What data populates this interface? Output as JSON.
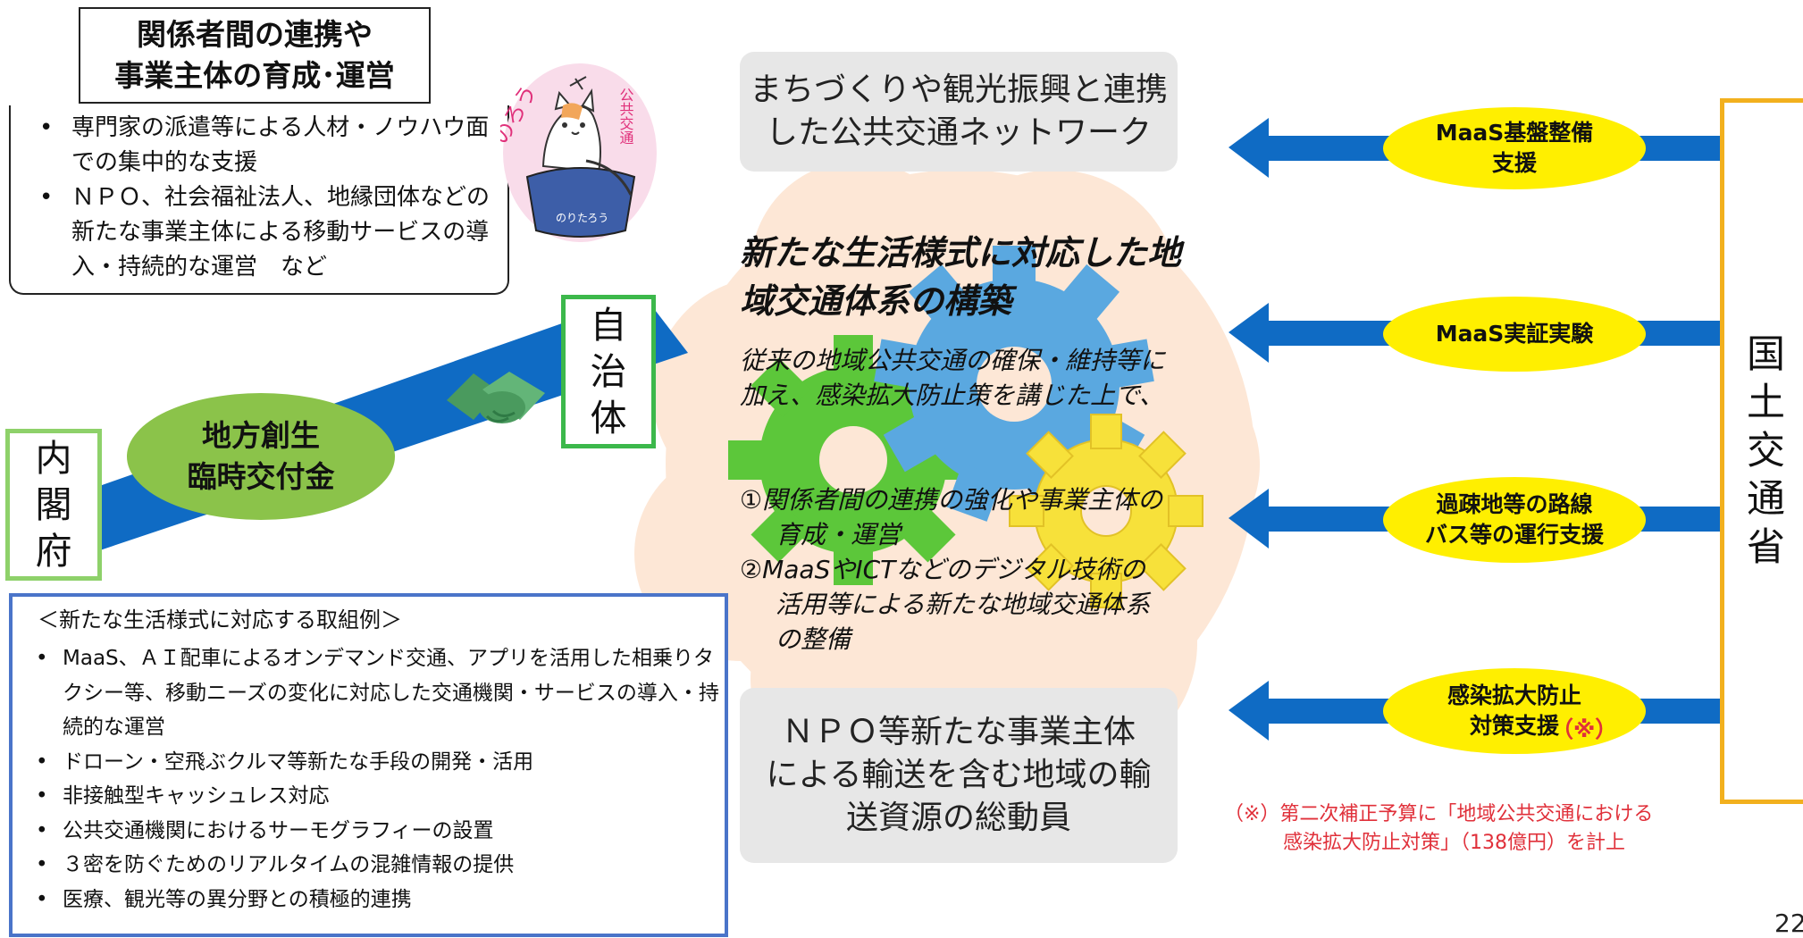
{
  "left": {
    "role_title": "関係者間の連携や\n事業主体の育成･運営",
    "role_items": [
      "専門家の派遣等による人材・ノウハウ面での集中的な支援",
      "ＮＰＯ、社会福祉法人、地縁団体などの新たな事業主体による移動サービスの導入・持続的な運営　など"
    ],
    "municipality": "自\n治\n体",
    "cabinet_office": "内\n閣\n府",
    "grant": "地方創生\n臨時交付金"
  },
  "mascot": {
    "label_vertical": "公共交通",
    "name": "のろう",
    "sign": "のりたろう"
  },
  "center": {
    "goal_top": "まちづくりや観光振興と連携\nした公共交通ネットワーク",
    "title": "新たな生活様式に対応した地域交通体系の構築",
    "body": "従来の地域公共交通の確保・維持等に加え、感染拡大防止策を講じた上で、",
    "item1": "①関係者間の連携の強化や事業主体の育成・運営",
    "item2": "②MaaSやICTなどのデジタル技術の活用等による新たな地域交通体系の整備",
    "goal_bottom": "ＮＰＯ等新たな事業主体\nによる輸送を含む地域の輸\n送資源の総動員"
  },
  "right": {
    "ministry": "国\n土\n交\n通\n省",
    "supports": [
      "MaaS基盤整備\n支援",
      "MaaS実証実験",
      "過疎地等の路線\nバス等の運行支援",
      "感染拡大防止\n対策支援"
    ],
    "support_note_mark": "（※）",
    "footnote": "（※）第二次補正予算に「地域公共交通における\n　　　感染拡大防止対策」（138億円）を計上"
  },
  "examples": {
    "heading": "＜新たな生活様式に対応する取組例＞",
    "items": [
      "MaaS、ＡＩ配車によるオンデマンド交通、アプリを活用した相乗りタクシー等、移動ニーズの変化に対応した交通機関・サービスの導入・持続的な運営",
      "ドローン・空飛ぶクルマ等新たな手段の開発・活用",
      "非接触型キャッシュレス対応",
      "公共交通機関におけるサーモグラフィーの設置",
      "３密を防ぐためのリアルタイムの混雑情報の提供",
      "医療、観光等の異分野との積極的連携"
    ]
  },
  "page_number": "22",
  "colors": {
    "blue_arrow": "#0f6bc4",
    "gear_green": "#5cc73a",
    "gear_blue": "#5aa8e0",
    "gear_yellow": "#f7e13a",
    "cloud": "#fde7d6",
    "municipality_border": "#3cb84b",
    "cabinet_border": "#8ed16a",
    "ministry_border": "#f2b01e",
    "example_border": "#4a74c9",
    "support_fill": "#ffef00",
    "note_red": "#e0303a"
  }
}
